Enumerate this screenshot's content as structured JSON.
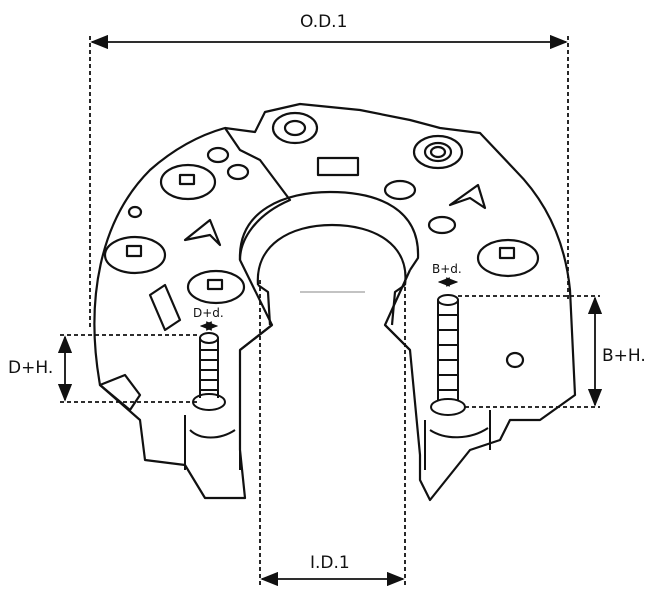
{
  "labels": {
    "od1": "O.D.1",
    "id1": "I.D.1",
    "dh": "D+H.",
    "dd": "D+d.",
    "bd": "B+d.",
    "bh": "B+H."
  },
  "colors": {
    "line": "#111111",
    "background": "#ffffff"
  }
}
